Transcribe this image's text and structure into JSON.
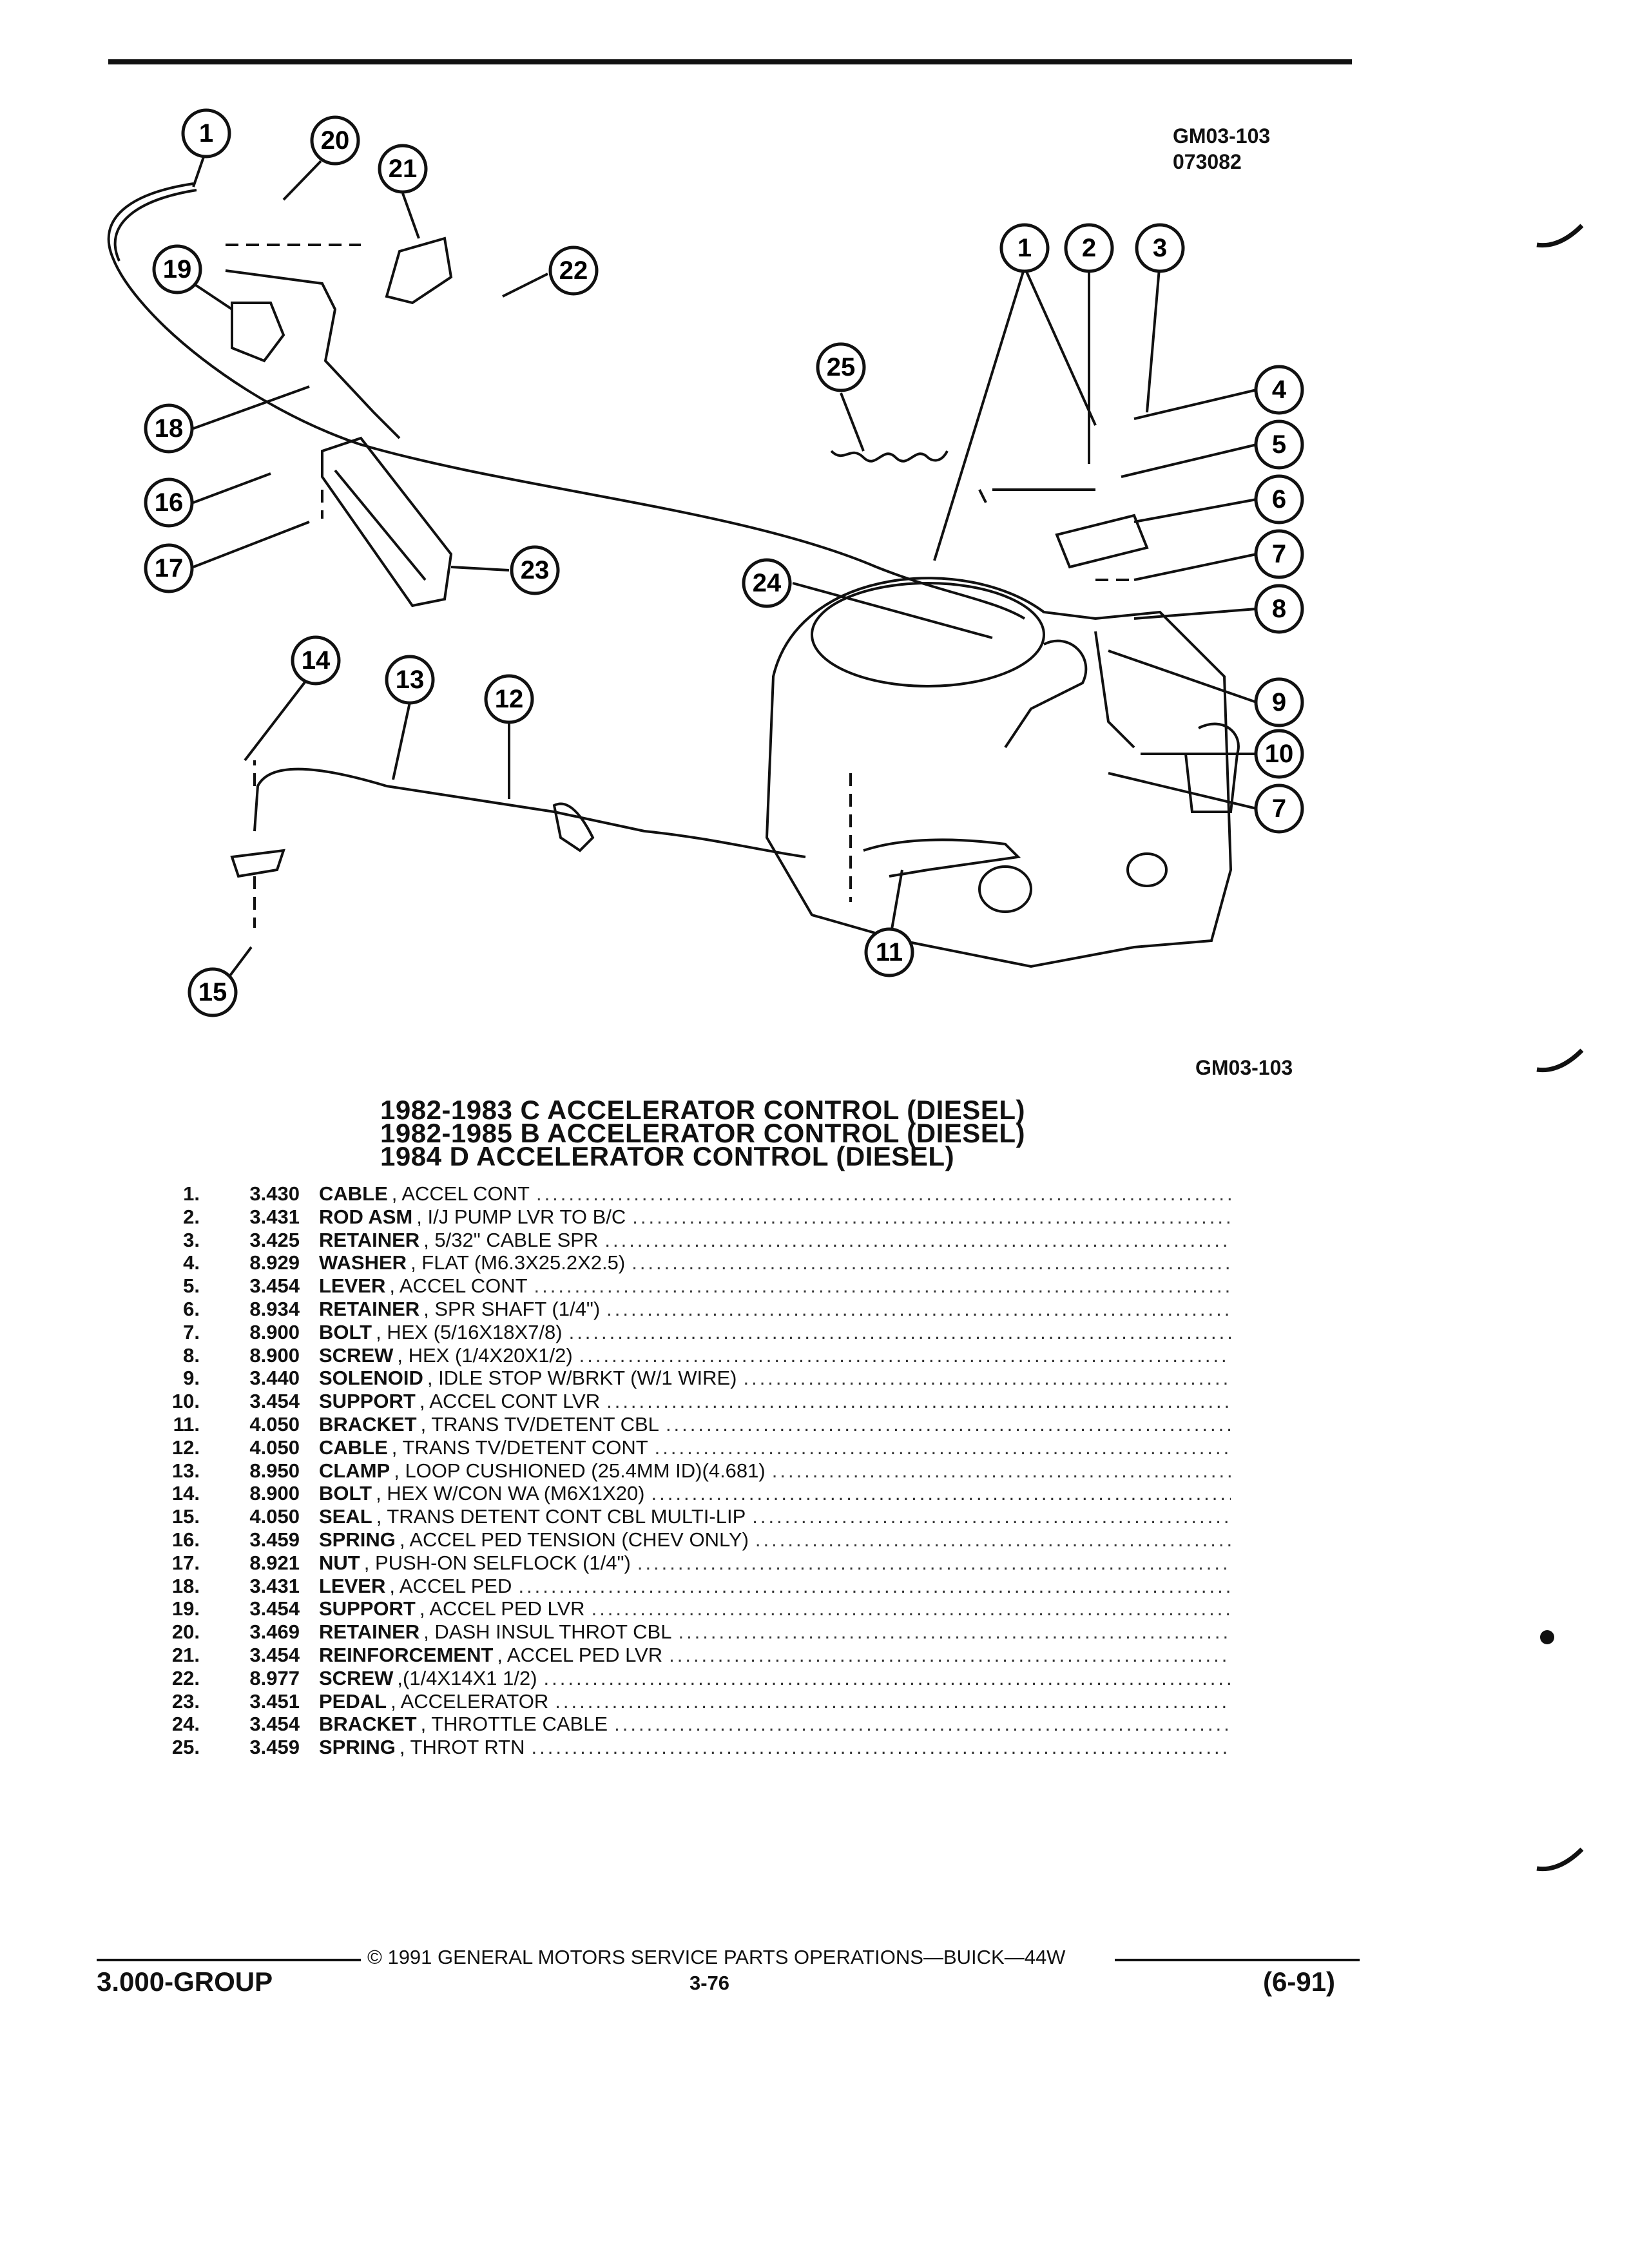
{
  "header": {
    "code_top": "GM03-103",
    "code_sub": "073082",
    "code_bottom": "GM03-103"
  },
  "diagram": {
    "callouts": [
      "1",
      "20",
      "21",
      "19",
      "22",
      "18",
      "16",
      "17",
      "23",
      "25",
      "1",
      "2",
      "3",
      "4",
      "5",
      "6",
      "7",
      "8",
      "24",
      "9",
      "10",
      "7",
      "14",
      "13",
      "12",
      "11",
      "15"
    ]
  },
  "titles": [
    "1982-1983 C ACCELERATOR CONTROL (DIESEL)",
    "1982-1985 B ACCELERATOR CONTROL (DIESEL)",
    "1984 D ACCELERATOR CONTROL (DIESEL)"
  ],
  "parts": [
    {
      "num": "1.",
      "group": "3.430",
      "name": "CABLE",
      "desc": ", ACCEL CONT"
    },
    {
      "num": "2.",
      "group": "3.431",
      "name": "ROD ASM",
      "desc": ", I/J PUMP LVR TO B/C"
    },
    {
      "num": "3.",
      "group": "3.425",
      "name": "RETAINER",
      "desc": ", 5/32\" CABLE SPR"
    },
    {
      "num": "4.",
      "group": "8.929",
      "name": "WASHER",
      "desc": ", FLAT (M6.3X25.2X2.5)"
    },
    {
      "num": "5.",
      "group": "3.454",
      "name": "LEVER",
      "desc": ", ACCEL CONT"
    },
    {
      "num": "6.",
      "group": "8.934",
      "name": "RETAINER",
      "desc": ", SPR SHAFT (1/4\")"
    },
    {
      "num": "7.",
      "group": "8.900",
      "name": "BOLT",
      "desc": ", HEX (5/16X18X7/8)"
    },
    {
      "num": "8.",
      "group": "8.900",
      "name": "SCREW",
      "desc": ", HEX (1/4X20X1/2)"
    },
    {
      "num": "9.",
      "group": "3.440",
      "name": "SOLENOID",
      "desc": ", IDLE STOP W/BRKT (W/1 WIRE)"
    },
    {
      "num": "10.",
      "group": "3.454",
      "name": "SUPPORT",
      "desc": ", ACCEL CONT LVR"
    },
    {
      "num": "11.",
      "group": "4.050",
      "name": "BRACKET",
      "desc": ", TRANS TV/DETENT CBL"
    },
    {
      "num": "12.",
      "group": "4.050",
      "name": "CABLE",
      "desc": ", TRANS TV/DETENT CONT"
    },
    {
      "num": "13.",
      "group": "8.950",
      "name": "CLAMP",
      "desc": ", LOOP CUSHIONED (25.4MM ID)(4.681)"
    },
    {
      "num": "14.",
      "group": "8.900",
      "name": "BOLT",
      "desc": ", HEX W/CON WA (M6X1X20)"
    },
    {
      "num": "15.",
      "group": "4.050",
      "name": "SEAL",
      "desc": ", TRANS DETENT CONT CBL MULTI-LIP"
    },
    {
      "num": "16.",
      "group": "3.459",
      "name": "SPRING",
      "desc": ", ACCEL PED TENSION (CHEV ONLY)"
    },
    {
      "num": "17.",
      "group": "8.921",
      "name": "NUT",
      "desc": ", PUSH-ON SELFLOCK (1/4\")"
    },
    {
      "num": "18.",
      "group": "3.431",
      "name": "LEVER",
      "desc": ", ACCEL PED"
    },
    {
      "num": "19.",
      "group": "3.454",
      "name": "SUPPORT",
      "desc": ", ACCEL PED LVR"
    },
    {
      "num": "20.",
      "group": "3.469",
      "name": "RETAINER",
      "desc": ", DASH INSUL THROT CBL"
    },
    {
      "num": "21.",
      "group": "3.454",
      "name": "REINFORCEMENT",
      "desc": ", ACCEL PED LVR"
    },
    {
      "num": "22.",
      "group": "8.977",
      "name": "SCREW",
      "desc": ",(1/4X14X1 1/2)"
    },
    {
      "num": "23.",
      "group": "3.451",
      "name": "PEDAL",
      "desc": ", ACCELERATOR"
    },
    {
      "num": "24.",
      "group": "3.454",
      "name": "BRACKET",
      "desc": ", THROTTLE CABLE"
    },
    {
      "num": "25.",
      "group": "3.459",
      "name": "SPRING",
      "desc": ", THROT RTN"
    }
  ],
  "footer": {
    "copyright": "© 1991 GENERAL MOTORS SERVICE PARTS OPERATIONS—BUICK—44W",
    "group": "3.000-GROUP",
    "page": "3-76",
    "date": "(6-91)"
  }
}
